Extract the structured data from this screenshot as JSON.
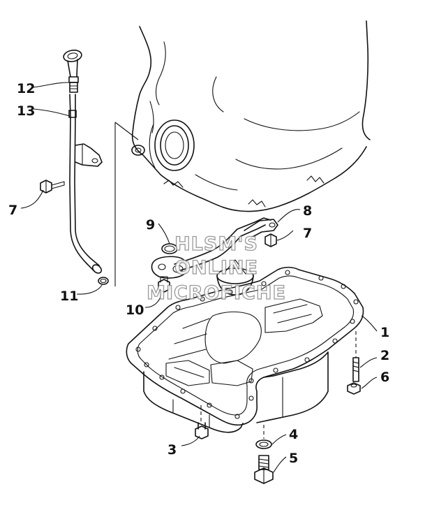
{
  "diagram": {
    "watermark_lines": [
      "HLSM'S",
      "ONLINE",
      "MICROFICHE"
    ],
    "callouts": [
      {
        "id": "1",
        "label": "1"
      },
      {
        "id": "2",
        "label": "2"
      },
      {
        "id": "3",
        "label": "3"
      },
      {
        "id": "4",
        "label": "4"
      },
      {
        "id": "5",
        "label": "5"
      },
      {
        "id": "6",
        "label": "6"
      },
      {
        "id": "7a",
        "label": "7"
      },
      {
        "id": "7b",
        "label": "7"
      },
      {
        "id": "8",
        "label": "8"
      },
      {
        "id": "9",
        "label": "9"
      },
      {
        "id": "10",
        "label": "10"
      },
      {
        "id": "11",
        "label": "11"
      },
      {
        "id": "12",
        "label": "12"
      },
      {
        "id": "13",
        "label": "13"
      }
    ]
  }
}
